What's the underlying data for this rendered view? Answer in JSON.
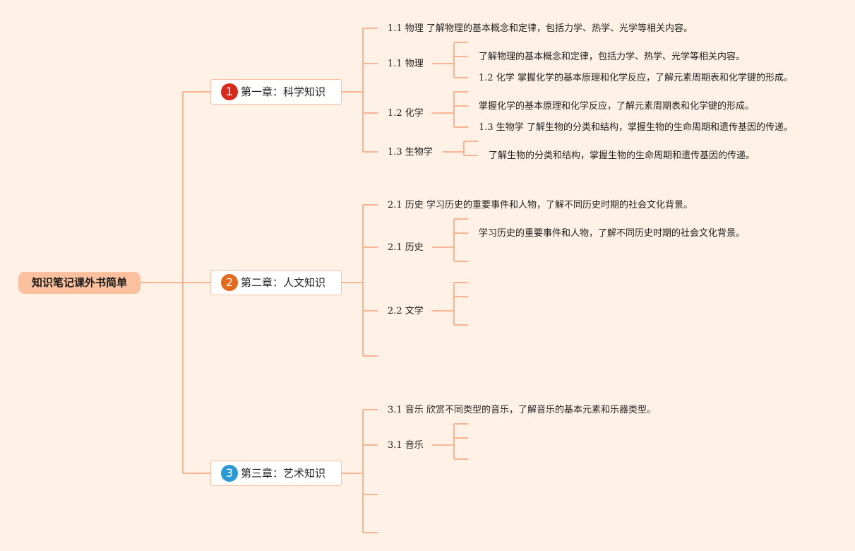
{
  "root": {
    "label": "知识笔记课外书简单"
  },
  "chapters": [
    {
      "num": "1",
      "label": "第一章：科学知识",
      "color": "#d8291b",
      "items": [
        {
          "title": "1.1 物理 了解物理的基本概念和定律，包括力学、热学、光学等相关内容。"
        },
        {
          "title": "1.1 物理",
          "children": [
            "了解物理的基本概念和定律，包括力学、热学、光学等相关内容。",
            "1.2 化学 掌握化学的基本原理和化学反应，了解元素周期表和化学键的形成。"
          ]
        },
        {
          "title": "1.2 化学",
          "children": [
            "掌握化学的基本原理和化学反应，了解元素周期表和化学键的形成。",
            "1.3 生物学 了解生物的分类和结构，掌握生物的生命周期和遗传基因的传递。"
          ]
        },
        {
          "title": "1.3 生物学",
          "children": [
            "了解生物的分类和结构，掌握生物的生命周期和遗传基因的传递。"
          ]
        }
      ]
    },
    {
      "num": "2",
      "label": "第二章：人文知识",
      "color": "#e5681b",
      "items": [
        {
          "title": "2.1 历史 学习历史的重要事件和人物，了解不同历史时期的社会文化背景。"
        },
        {
          "title": "2.1 历史",
          "children": [
            "学习历史的重要事件和人物，了解不同历史时期的社会文化背景。"
          ]
        },
        {
          "title": "2.2 文学"
        }
      ]
    },
    {
      "num": "3",
      "label": "第三章：艺术知识",
      "color": "#2a9ad6",
      "items": [
        {
          "title": "3.1 音乐 欣赏不同类型的音乐，了解音乐的基本元素和乐器类型。"
        },
        {
          "title": "3.1 音乐"
        }
      ]
    }
  ]
}
